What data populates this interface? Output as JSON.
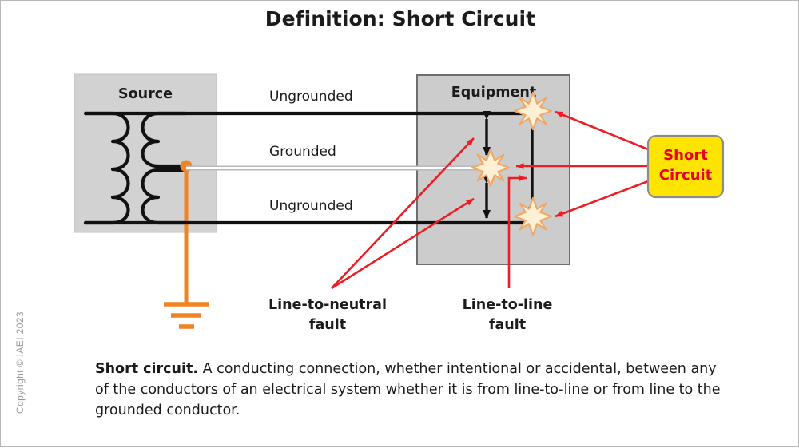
{
  "slide": {
    "title": "Definition:  Short Circuit",
    "copyright": "Copyright © IAEI 2023"
  },
  "diagram": {
    "source_box_label": "Source",
    "equipment_box_label": "Equipment",
    "conductors": [
      {
        "name": "ungrounded-top",
        "label": "Ungrounded"
      },
      {
        "name": "grounded-middle",
        "label": "Grounded"
      },
      {
        "name": "ungrounded-bottom",
        "label": "Ungrounded"
      }
    ],
    "fault_labels": {
      "line_to_neutral_line1": "Line-to-neutral",
      "line_to_neutral_line2": "fault",
      "line_to_line_line1": "Line-to-line",
      "line_to_line_line2": "fault"
    },
    "callout": {
      "line1": "Short",
      "line2": "Circuit"
    },
    "colors": {
      "box_fill": "#d2d2d2",
      "box_border": "#808080",
      "conductor_black": "#1b1b1b",
      "conductor_white": "#ffffff",
      "ground_orange": "#f28322",
      "callout_fill": "#ffe400",
      "callout_border": "#8c8c8c",
      "callout_text": "#e4032e",
      "arrow_red": "#ee1c25",
      "arrow_black": "#111111",
      "star_fill": "#fdf0d5",
      "star_stroke": "#f0a868"
    }
  },
  "definition": {
    "term": "Short circuit.",
    "body": " A conducting connection, whether intentional or accidental, between any of the conductors of an electrical system whether it is from line-to-line or from line to the grounded conductor."
  }
}
